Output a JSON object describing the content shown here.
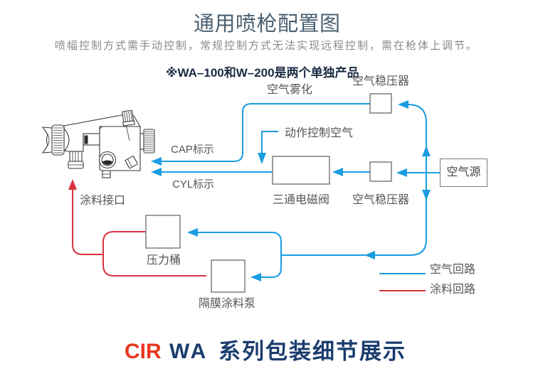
{
  "header": {
    "title": "通用喷枪配置图",
    "subtitle": "喷幅控制方式需手动控制，常规控制方式无法实现远程控制，需在枪体上调节。"
  },
  "diagram": {
    "note": "※WA–100和W–200是两个单独产品",
    "labels": {
      "air_atomization": "空气雾化",
      "action_control_air": "动作控制空气",
      "cap_indicator": "CAP标示",
      "cyl_indicator": "CYL标示",
      "paint_inlet": "涂料接口"
    },
    "components": {
      "regulator_top": "空气稳压器",
      "regulator_bottom": "空气稳压器",
      "solenoid_valve": "三通电磁阀",
      "air_source": "空气源",
      "pressure_tank": "压力桶",
      "diaphragm_pump": "隔膜涂料泵"
    },
    "legend": [
      {
        "label": "空气回路",
        "line": "air",
        "color": "#1a9de1"
      },
      {
        "label": "涂料回路",
        "line": "paint",
        "color": "#d7333f"
      }
    ],
    "connections": [
      {
        "from": "air_source",
        "to": "regulator_top",
        "line": "air"
      },
      {
        "from": "air_source",
        "to": "regulator_bottom",
        "line": "air"
      },
      {
        "from": "air_source",
        "to": "pressure_tank",
        "line": "air"
      },
      {
        "from": "air_source",
        "to": "diaphragm_pump",
        "line": "air"
      },
      {
        "from": "regulator_top",
        "to": "cap_indicator",
        "line": "air",
        "via": "air_atomization"
      },
      {
        "from": "regulator_bottom",
        "to": "solenoid_valve",
        "line": "air"
      },
      {
        "from": "action_control_air",
        "to": "solenoid_valve",
        "line": "air"
      },
      {
        "from": "solenoid_valve",
        "to": "cyl_indicator",
        "line": "air"
      },
      {
        "from": "pressure_tank",
        "to": "paint_inlet",
        "line": "paint"
      },
      {
        "from": "diaphragm_pump",
        "to": "paint_inlet",
        "line": "paint"
      }
    ]
  },
  "footer": {
    "brand": "CIR",
    "series": "WA",
    "heading": "系列包装细节展示",
    "brand_color": "#e8381f",
    "heading_color": "#1b3d6e"
  }
}
